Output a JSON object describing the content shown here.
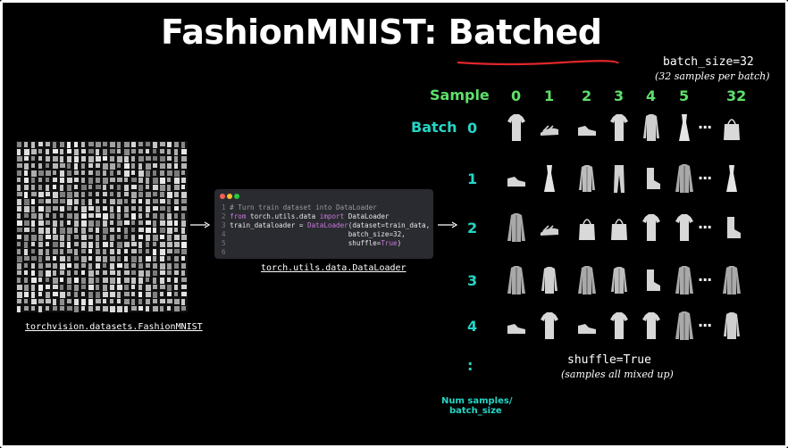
{
  "title": "FashionMNIST: Batched",
  "batch_size_note": "batch_size=32",
  "batch_size_sub": "(32 samples per batch)",
  "sample_label": "Sample",
  "batch_label": "Batch",
  "sample_columns": [
    "0",
    "1",
    "2",
    "3",
    "4",
    "5",
    "32"
  ],
  "batch_rows": [
    "0",
    "1",
    "2",
    "3",
    "4"
  ],
  "row_ellipsis": ":",
  "col_ellipsis": "···",
  "shuffle_note": "shuffle=True",
  "shuffle_sub": "(samples all mixed up)",
  "num_samples_label_1": "Num samples/",
  "num_samples_label_2": "batch_size",
  "dataset_caption": "torchvision.datasets.FashionMNIST",
  "dataloader_caption": "torch.utils.data.DataLoader",
  "code": {
    "line_numbers": [
      "1",
      "2",
      "3",
      "4",
      "5",
      "6"
    ],
    "line1": "# Turn train dataset into DataLoader",
    "line2_kw": "from",
    "line2_mod": " torch.utils.data ",
    "line2_kw2": "import",
    "line2_cls": " DataLoader",
    "line3_a": "train_dataloader = ",
    "line3_fn": "DataLoader",
    "line3_b": "(dataset=train_data,",
    "line4": "                              batch_size=32,",
    "line5_a": "                              shuffle=",
    "line5_kw": "True",
    "line5_b": ")"
  },
  "colors": {
    "green": "#5ee06a",
    "teal": "#24d6c6",
    "underline_red": "#e0262a",
    "background": "#000000"
  },
  "grid_items": [
    [
      "tshirt",
      "sandal",
      "sneaker",
      "tshirt",
      "pullover",
      "dress",
      "bag"
    ],
    [
      "sneaker",
      "dress",
      "shirt",
      "trouser",
      "boot",
      "coat",
      "dress"
    ],
    [
      "coat",
      "sandal",
      "bag",
      "bag",
      "tshirt",
      "tshirt",
      "boot"
    ],
    [
      "coat",
      "pullover",
      "coat",
      "shirt",
      "boot",
      "coat",
      "coat"
    ],
    [
      "sneaker",
      "tshirt",
      "sneaker",
      "tshirt",
      "tshirt",
      "coat",
      "pullover"
    ]
  ]
}
